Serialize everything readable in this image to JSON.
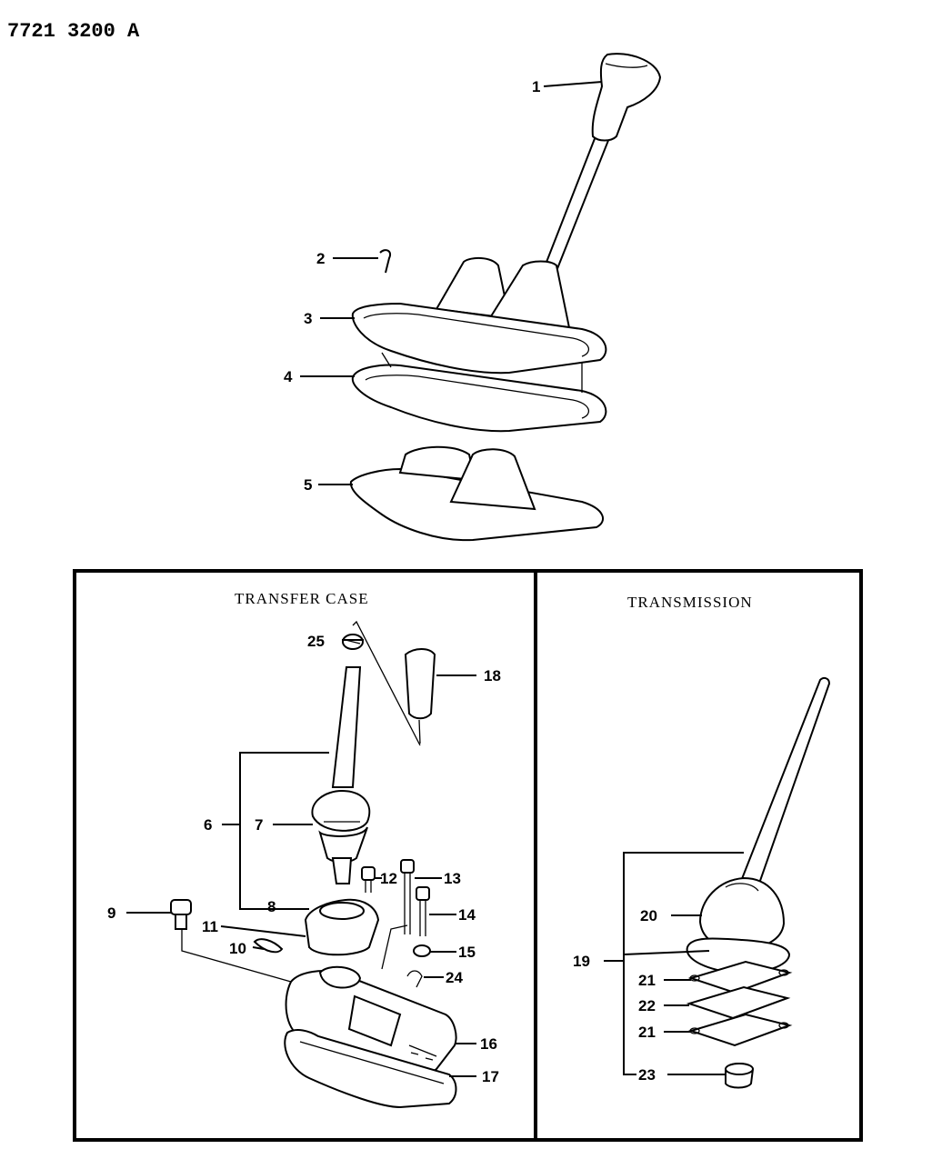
{
  "doc_number": "7721 3200 A",
  "sections": {
    "transfer_case": "TRANSFER CASE",
    "transmission": "TRANSMISSION"
  },
  "callouts": {
    "c1": "1",
    "c2": "2",
    "c3": "3",
    "c4": "4",
    "c5": "5",
    "c6": "6",
    "c7": "7",
    "c8": "8",
    "c9": "9",
    "c10": "10",
    "c11": "11",
    "c12": "12",
    "c13": "13",
    "c14": "14",
    "c15": "15",
    "c16": "16",
    "c17": "17",
    "c18": "18",
    "c19": "19",
    "c20": "20",
    "c21a": "21",
    "c22": "22",
    "c21b": "21",
    "c23": "23",
    "c24": "24",
    "c25": "25"
  }
}
